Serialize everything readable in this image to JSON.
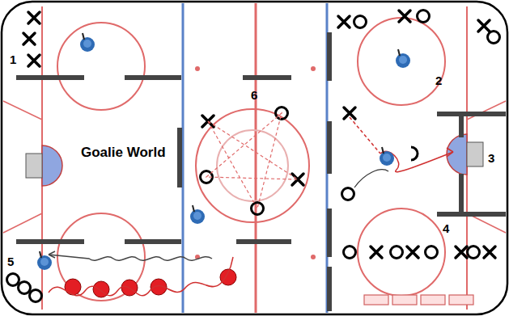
{
  "diagram": {
    "labels": [
      "1",
      "6",
      "2",
      "Goalie World",
      "3",
      "4",
      "5"
    ]
  }
}
